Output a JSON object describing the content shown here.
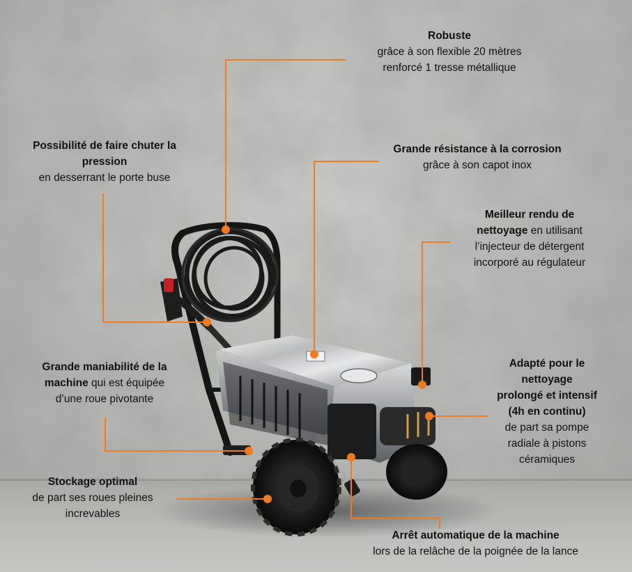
{
  "accent_color": "#ee7a22",
  "callouts": {
    "robuste": {
      "title": "Robuste",
      "line1": "grâce à son flexible 20 mètres",
      "line2": "renforcé 1 tresse métallique"
    },
    "pression": {
      "title1": "Possibilité de faire chuter la",
      "title2": "pression",
      "line1": "en desserrant le porte buse"
    },
    "corrosion": {
      "title": "Grande résistance à la corrosion",
      "line1": "grâce à son capot inox"
    },
    "rendu": {
      "title1": "Meilleur rendu de",
      "title2": "nettoyage",
      "rest2": " en utilisant",
      "line3": "l’injecteur de détergent",
      "line4": "incorporé au régulateur"
    },
    "maniabilite": {
      "title1": "Grande maniabilité de la",
      "title2": "machine",
      "rest2": " qui est équipée",
      "line3": "d’une roue pivotante"
    },
    "intensif": {
      "title1": "Adapté pour le",
      "title2": "nettoyage",
      "title3": "prolongé et intensif",
      "title4": "(4h en continu)",
      "line5": "de part sa pompe",
      "line6": "radiale à pistons",
      "line7": "céramiques"
    },
    "stockage": {
      "title": "Stockage optimal",
      "line1": "de part ses roues pleines",
      "line2": "increvables"
    },
    "arret": {
      "title": "Arrêt automatique de la machine",
      "line1": "lors de la relâche de la poignée de la lance"
    }
  }
}
